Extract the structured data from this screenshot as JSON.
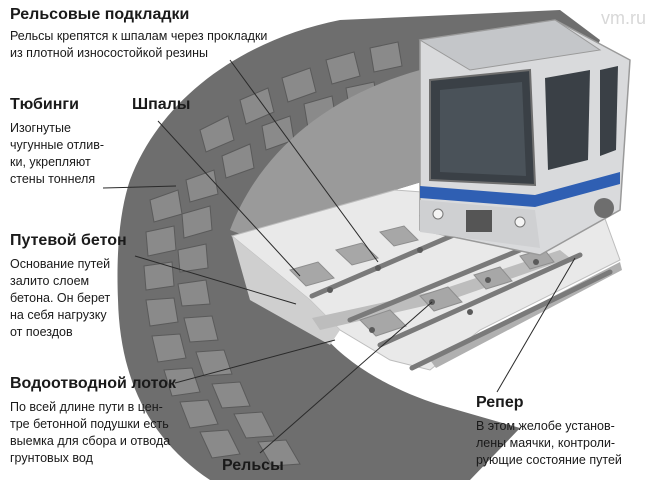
{
  "watermark": "vm.ru",
  "labels": {
    "rail_pads": {
      "title": "Рельсовые подкладки",
      "text": "Рельсы крепятся к шпалам через прокладки\nиз плотной износостойкой резины"
    },
    "tubings": {
      "title": "Тюбинги",
      "text": "Изогнутые\nчугунные отлив-\nки, укрепляют\nстены тоннеля"
    },
    "sleepers": {
      "title": "Шпалы"
    },
    "track_concrete": {
      "title": "Путевой бетон",
      "text": "Основание путей\nзалито слоем\nбетона. Он берет\nна себя нагрузку\nот поездов"
    },
    "drain": {
      "title": "Водоотводной лоток",
      "text": "По всей длине пути в цен-\nтре бетонной подушки есть\nвыемка для сбора и отвода\nгрунтовых вод"
    },
    "rails": {
      "title": "Рельсы"
    },
    "benchmark": {
      "title": "Репер",
      "text": "В этом желобе установ-\nлены маячки, контроли-\nрующие состояние путей"
    }
  },
  "colors": {
    "tunnel_shell": "#6e6e6e",
    "tunnel_inner": "#9a9a9a",
    "concrete": "#e9e9e9",
    "train_body": "#d9dadc",
    "train_stripe": "#2f5fb3",
    "text": "#1a1a1a"
  }
}
